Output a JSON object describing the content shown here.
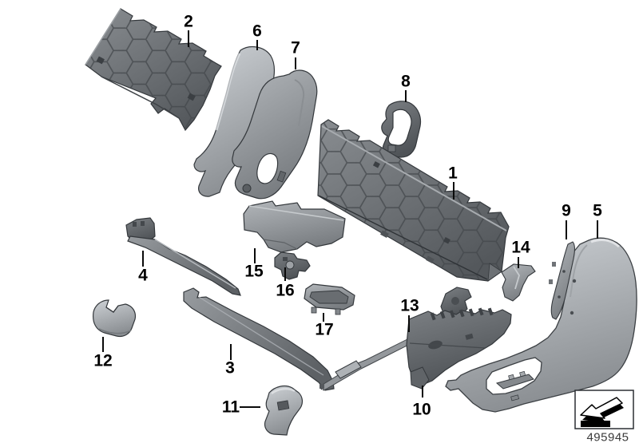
{
  "diagram": {
    "type": "exploded-parts-diagram",
    "callouts": [
      {
        "label": "1"
      },
      {
        "label": "2"
      },
      {
        "label": "3"
      },
      {
        "label": "4"
      },
      {
        "label": "5"
      },
      {
        "label": "6"
      },
      {
        "label": "7"
      },
      {
        "label": "8"
      },
      {
        "label": "9"
      },
      {
        "label": "10"
      },
      {
        "label": "11"
      },
      {
        "label": "12"
      },
      {
        "label": "13"
      },
      {
        "label": "14"
      },
      {
        "label": "15"
      },
      {
        "label": "16"
      },
      {
        "label": "17"
      }
    ],
    "footer": {
      "diagram_number": "495945",
      "nav_icon": "page-arrow-icon"
    },
    "colors": {
      "background": "#ffffff",
      "outline": "#34383c",
      "panel_light": "#c9cdd1",
      "panel_mid": "#8f9397",
      "panel_dark": "#5b5f63",
      "label": "#000000",
      "footer_text": "#3a3a3a"
    }
  }
}
